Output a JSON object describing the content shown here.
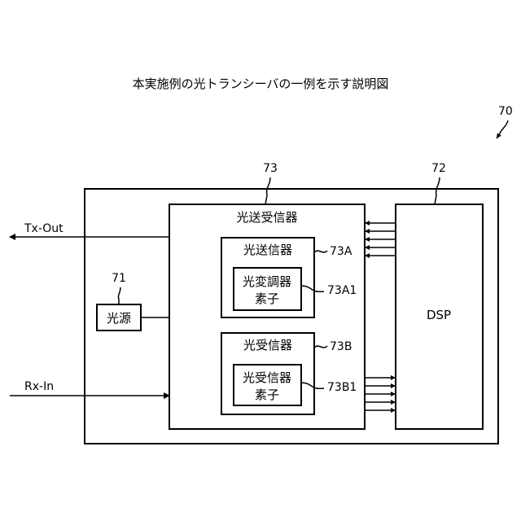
{
  "title": "本実施例の光トランシーバの一例を示す説明図",
  "refs": {
    "r70": "70",
    "r73": "73",
    "r72": "72",
    "r71": "71",
    "r73A": "73A",
    "r73A1": "73A1",
    "r73B": "73B",
    "r73B1": "73B1"
  },
  "ports": {
    "tx_out": "Tx-Out",
    "rx_in": "Rx-In"
  },
  "blocks": {
    "transceiver_label": "光送受信器",
    "transmitter_label": "光送信器",
    "modulator_line1": "光変調器",
    "modulator_line2": "素子",
    "receiver_label": "光受信器",
    "receiver_elem_line1": "光受信器",
    "receiver_elem_line2": "素子",
    "light_source_label": "光源",
    "dsp_label": "DSP"
  }
}
